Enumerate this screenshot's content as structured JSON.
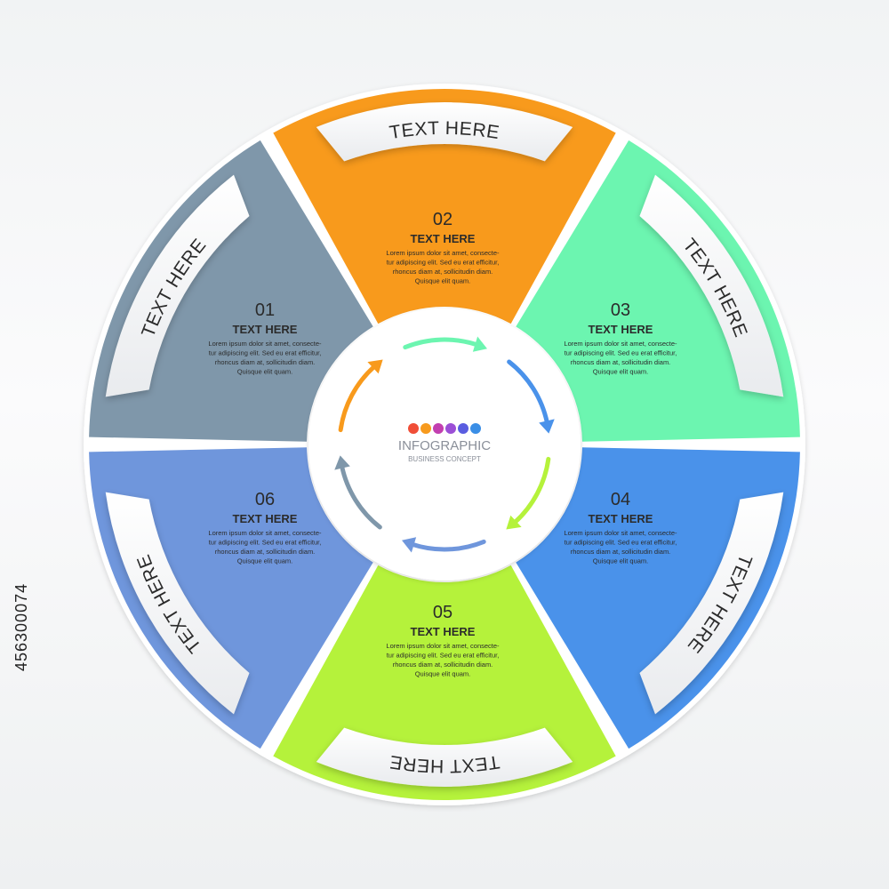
{
  "center": {
    "title": "INFOGRAPHIC",
    "subtitle": "BUSINESS CONCEPT",
    "dot_colors": [
      "#f04e37",
      "#f79a1e",
      "#c23fb0",
      "#9b4fd6",
      "#5a5de0",
      "#3a8ee6"
    ]
  },
  "steps": [
    {
      "number": "01",
      "title": "TEXT HERE",
      "banner": "TEXT HERE",
      "color": "#7f97aa",
      "body": [
        "Lorem ipsum dolor sit amet, consecte-",
        "tur adipiscing elit. Sed eu erat efficitur,",
        "rhoncus diam at, sollicitudin diam.",
        "Quisque elit quam."
      ]
    },
    {
      "number": "02",
      "title": "TEXT HERE",
      "banner": "TEXT HERE",
      "color": "#f89a1c",
      "body": [
        "Lorem ipsum dolor sit amet, consecte-",
        "tur adipiscing elit. Sed eu erat efficitur,",
        "rhoncus diam at, sollicitudin diam.",
        "Quisque elit quam."
      ]
    },
    {
      "number": "03",
      "title": "TEXT HERE",
      "banner": "TEXT HERE",
      "color": "#6cf5b0",
      "body": [
        "Lorem ipsum dolor sit amet, consecte-",
        "tur adipiscing elit. Sed eu erat efficitur,",
        "rhoncus diam at, sollicitudin diam.",
        "Quisque elit quam."
      ]
    },
    {
      "number": "04",
      "title": "TEXT HERE",
      "banner": "TEXT HERE",
      "color": "#4a92ea",
      "body": [
        "Lorem ipsum dolor sit amet, consecte-",
        "tur adipiscing elit. Sed eu erat efficitur,",
        "rhoncus diam at, sollicitudin diam.",
        "Quisque elit quam."
      ]
    },
    {
      "number": "05",
      "title": "TEXT HERE",
      "banner": "TEXT HERE",
      "color": "#b5f23b",
      "body": [
        "Lorem ipsum dolor sit amet, consecte-",
        "tur adipiscing elit. Sed eu erat efficitur,",
        "rhoncus diam at, sollicitudin diam.",
        "Quisque elit quam."
      ]
    },
    {
      "number": "06",
      "title": "TEXT HERE",
      "banner": "TEXT HERE",
      "color": "#6f96dc",
      "body": [
        "Lorem ipsum dolor sit amet, consecte-",
        "tur adipiscing elit. Sed eu erat efficitur,",
        "rhoncus diam at, sollicitudin diam.",
        "Quisque elit quam."
      ]
    }
  ],
  "stock_id": "456300074"
}
